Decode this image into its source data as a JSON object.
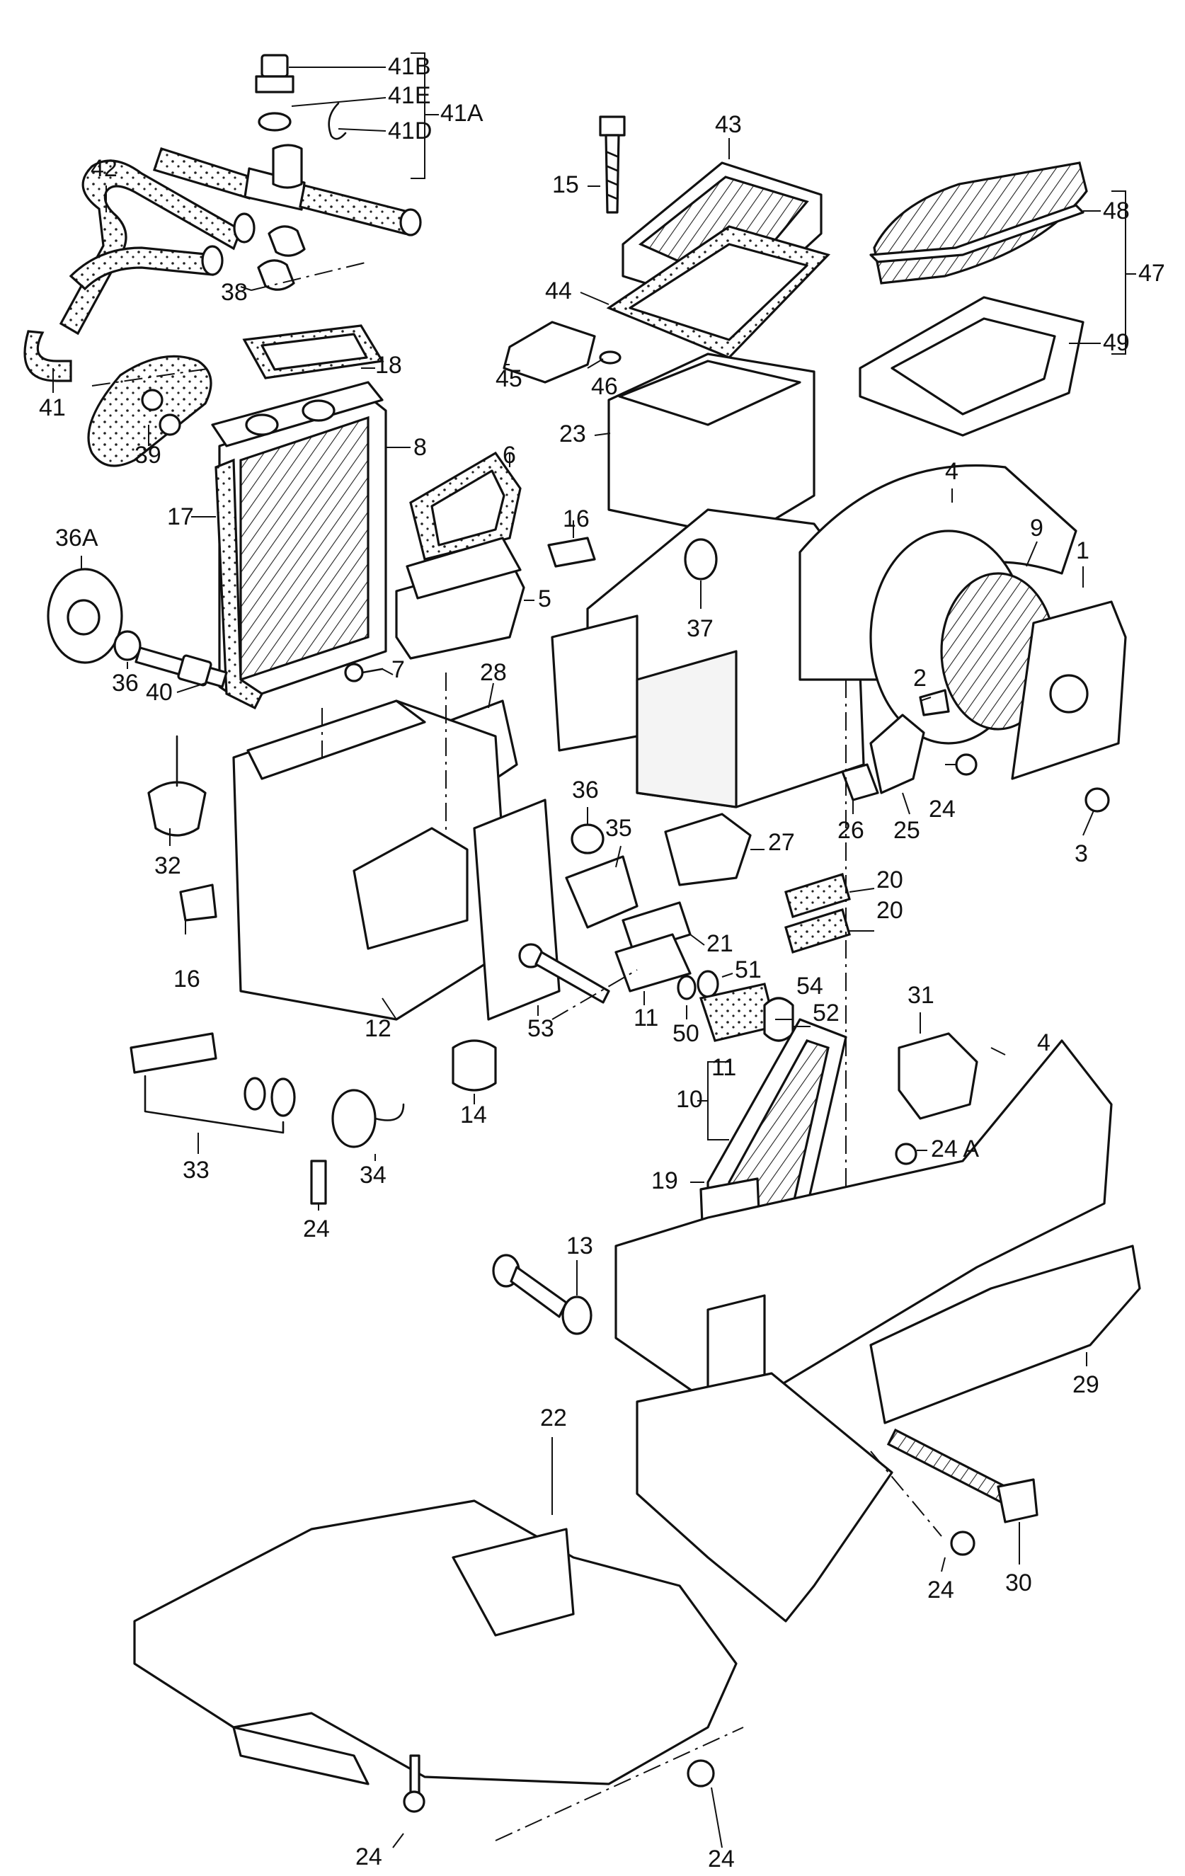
{
  "callouts": [
    {
      "id": "c41b",
      "text": "41B"
    },
    {
      "id": "c41e",
      "text": "41E"
    },
    {
      "id": "c41d",
      "text": "41D"
    },
    {
      "id": "c41a",
      "text": "41A"
    },
    {
      "id": "c42",
      "text": "42"
    },
    {
      "id": "c38",
      "text": "38"
    },
    {
      "id": "c41",
      "text": "41"
    },
    {
      "id": "c18",
      "text": "18"
    },
    {
      "id": "c39",
      "text": "39"
    },
    {
      "id": "c8",
      "text": "8"
    },
    {
      "id": "c17",
      "text": "17"
    },
    {
      "id": "c36a",
      "text": "36A"
    },
    {
      "id": "c36",
      "text": "36"
    },
    {
      "id": "c40",
      "text": "40"
    },
    {
      "id": "c7",
      "text": "7"
    },
    {
      "id": "c5",
      "text": "5"
    },
    {
      "id": "c6",
      "text": "6"
    },
    {
      "id": "c16a",
      "text": "16"
    },
    {
      "id": "c15",
      "text": "15"
    },
    {
      "id": "c43",
      "text": "43"
    },
    {
      "id": "c44",
      "text": "44"
    },
    {
      "id": "c45",
      "text": "45"
    },
    {
      "id": "c46",
      "text": "46"
    },
    {
      "id": "c23",
      "text": "23"
    },
    {
      "id": "c48",
      "text": "48"
    },
    {
      "id": "c47",
      "text": "47"
    },
    {
      "id": "c49",
      "text": "49"
    },
    {
      "id": "c4a",
      "text": "4"
    },
    {
      "id": "c9",
      "text": "9"
    },
    {
      "id": "c1",
      "text": "1"
    },
    {
      "id": "c37",
      "text": "37"
    },
    {
      "id": "c2",
      "text": "2"
    },
    {
      "id": "c24a",
      "text": "24"
    },
    {
      "id": "c26",
      "text": "26"
    },
    {
      "id": "c25",
      "text": "25"
    },
    {
      "id": "c3",
      "text": "3"
    },
    {
      "id": "c28",
      "text": "28"
    },
    {
      "id": "c32",
      "text": "32"
    },
    {
      "id": "c16b",
      "text": "16"
    },
    {
      "id": "c12",
      "text": "12"
    },
    {
      "id": "c36b",
      "text": "36"
    },
    {
      "id": "c35",
      "text": "35"
    },
    {
      "id": "c27",
      "text": "27"
    },
    {
      "id": "c21",
      "text": "21"
    },
    {
      "id": "c20a",
      "text": "20"
    },
    {
      "id": "c20b",
      "text": "20"
    },
    {
      "id": "c51",
      "text": "51"
    },
    {
      "id": "c11a",
      "text": "11"
    },
    {
      "id": "c50",
      "text": "50"
    },
    {
      "id": "c54",
      "text": "54"
    },
    {
      "id": "c52",
      "text": "52"
    },
    {
      "id": "c53",
      "text": "53"
    },
    {
      "id": "c31",
      "text": "31"
    },
    {
      "id": "c4b",
      "text": "4"
    },
    {
      "id": "c11b",
      "text": "11"
    },
    {
      "id": "c10",
      "text": "10"
    },
    {
      "id": "c24b",
      "text": "24 A"
    },
    {
      "id": "c14",
      "text": "14"
    },
    {
      "id": "c33",
      "text": "33"
    },
    {
      "id": "c34",
      "text": "34"
    },
    {
      "id": "c24c",
      "text": "24"
    },
    {
      "id": "c19",
      "text": "19"
    },
    {
      "id": "c13",
      "text": "13"
    },
    {
      "id": "c29",
      "text": "29"
    },
    {
      "id": "c22",
      "text": "22"
    },
    {
      "id": "c24d",
      "text": "24"
    },
    {
      "id": "c30",
      "text": "30"
    },
    {
      "id": "c24e",
      "text": "24"
    },
    {
      "id": "c24f",
      "text": "24"
    }
  ]
}
